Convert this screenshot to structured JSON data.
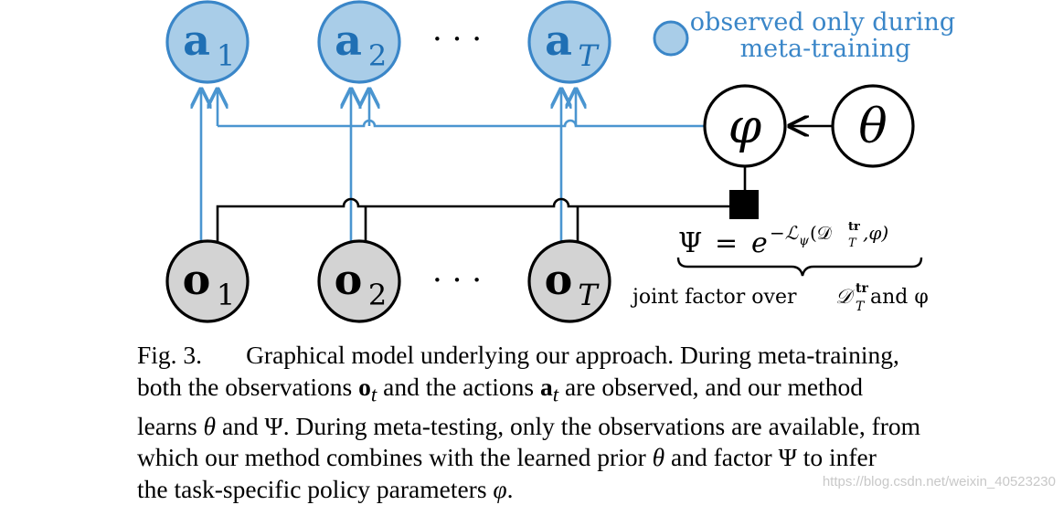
{
  "figure": {
    "actions": [
      {
        "id": "a1",
        "symbol": "a",
        "sub": "1"
      },
      {
        "id": "a2",
        "symbol": "a",
        "sub": "2"
      },
      {
        "id": "aT",
        "symbol": "a",
        "sub": "T"
      }
    ],
    "observations": [
      {
        "id": "o1",
        "symbol": "o",
        "sub": "1"
      },
      {
        "id": "o2",
        "symbol": "o",
        "sub": "2"
      },
      {
        "id": "oT",
        "symbol": "o",
        "sub": "T"
      }
    ],
    "ellipsis": "· · ·",
    "phi": "φ",
    "theta": "θ",
    "legend": {
      "line1": "observed only during",
      "line2": "meta-training"
    },
    "factor_equation": {
      "lhs": "Ψ",
      "eq": "=",
      "base": "e",
      "exponent": "−ℒ",
      "exp_sub": "ψ",
      "exp_args": "(𝒟",
      "exp_sup": "tr",
      "exp_sub2": "T",
      "exp_tail": ",φ)"
    },
    "factor_note": {
      "prefix": "joint factor over ",
      "d": "𝒟",
      "sup": "tr",
      "sub": "T",
      "suffix": " and φ"
    },
    "colors": {
      "observed_fill": "#a9cde8",
      "observed_stroke": "#3a86c8",
      "obs_fill": "#d3d3d3",
      "edge_blue": "#4a95d0",
      "black": "#000000"
    }
  },
  "caption": {
    "label": "Fig. 3.",
    "line1": "Graphical model underlying our approach. During meta-training,",
    "line2_a": "both the observations ",
    "line2_o": "o",
    "line2_osub": "t",
    "line2_b": " and the actions ",
    "line2_a2": "a",
    "line2_asub": "t",
    "line2_c": " are observed, and our method",
    "line3_a": "learns ",
    "line3_theta": "θ",
    "line3_b": " and Ψ. During meta-testing, only the observations are available, from",
    "line4_a": "which our method combines with the learned prior ",
    "line4_theta": "θ",
    "line4_b": " and factor Ψ to infer",
    "line5_a": "the task-specific policy parameters ",
    "line5_phi": "φ",
    "line5_b": "."
  },
  "watermark": "https://blog.csdn.net/weixin_40523230"
}
